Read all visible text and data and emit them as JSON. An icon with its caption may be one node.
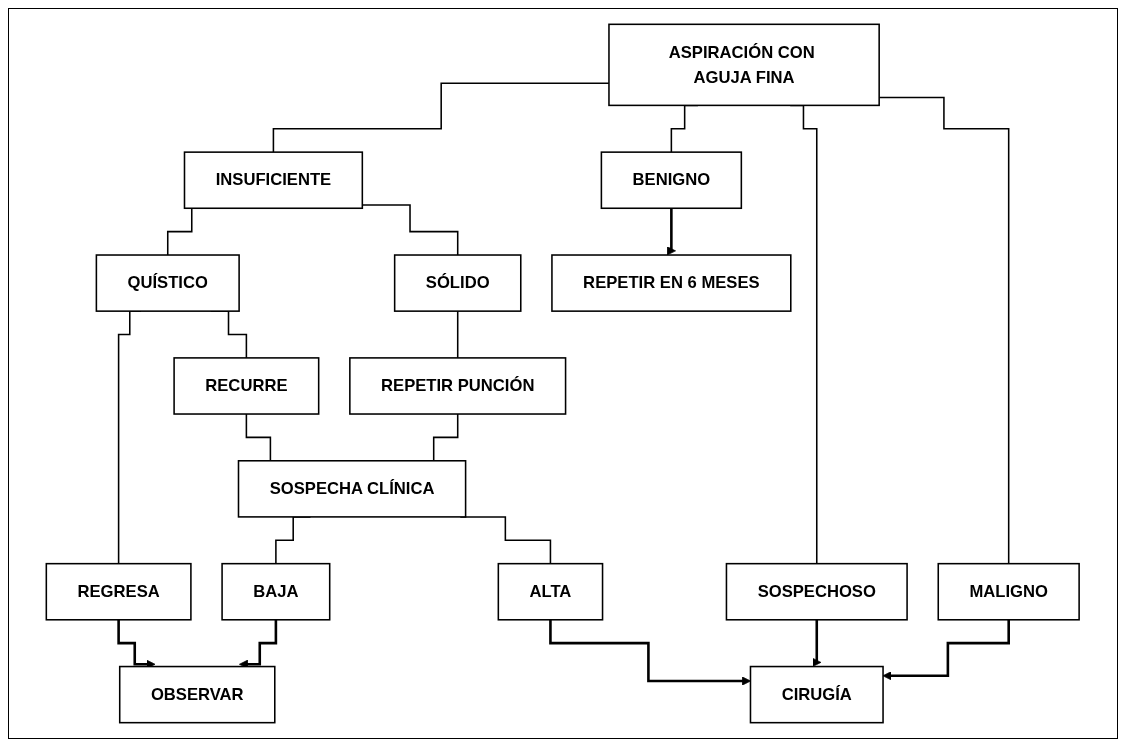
{
  "diagram": {
    "nodes": [
      {
        "text": [
          "ASPIRACIÓN CON AGUJA FINA"
        ]
      },
      {
        "text": [
          "INSUFICIENTE"
        ]
      },
      {
        "text": [
          "BENIGNO"
        ]
      },
      {
        "text": [
          "SOSPECHOSO"
        ]
      },
      {
        "text": [
          "MALIGNO"
        ]
      },
      {
        "text": [
          "REPETIR EN 6 MESES"
        ]
      },
      {
        "text": [
          "QUÍSTICO"
        ]
      },
      {
        "text": [
          "SÓLIDO"
        ]
      },
      {
        "text": [
          "REGRESA"
        ]
      },
      {
        "text": [
          "RECURRE"
        ]
      },
      {
        "text": [
          "REPETIR PUNCIÓN"
        ]
      },
      {
        "text": [
          "SOSPECHA CLÍNICA"
        ]
      },
      {
        "text": [
          "OBSERVAR"
        ]
      },
      {
        "text": [
          "BAJA"
        ]
      },
      {
        "text": [
          "ALTA"
        ]
      },
      {
        "text": [
          "CIRUGÍA"
        ]
      }
    ],
    "edges": [
      {
        "from": 0,
        "to": 1,
        "arrow": "none"
      },
      {
        "from": 0,
        "to": 2,
        "arrow": "none"
      },
      {
        "from": 0,
        "to": 3,
        "arrow": "none"
      },
      {
        "from": 0,
        "to": 4,
        "arrow": "none"
      },
      {
        "from": 2,
        "to": 5,
        "arrow": "to"
      },
      {
        "from": 3,
        "to": 15,
        "arrow": "to"
      },
      {
        "from": 4,
        "to": 15,
        "arrow": "to"
      },
      {
        "from": 1,
        "to": 6,
        "arrow": "none"
      },
      {
        "from": 1,
        "to": 7,
        "arrow": "none"
      },
      {
        "from": 6,
        "to": 8,
        "arrow": "none"
      },
      {
        "from": 6,
        "to": 9,
        "arrow": "none"
      },
      {
        "from": 7,
        "to": 10,
        "arrow": "none"
      },
      {
        "from": 8,
        "to": 12,
        "arrow": "to"
      },
      {
        "from": 9,
        "to": 11,
        "arrow": "none"
      },
      {
        "from": 10,
        "to": 11,
        "arrow": "none"
      },
      {
        "from": 11,
        "to": 13,
        "arrow": "none"
      },
      {
        "from": 11,
        "to": 14,
        "arrow": "none"
      },
      {
        "from": 13,
        "to": 12,
        "arrow": "to"
      },
      {
        "from": 14,
        "to": 15,
        "arrow": "to"
      }
    ]
  }
}
